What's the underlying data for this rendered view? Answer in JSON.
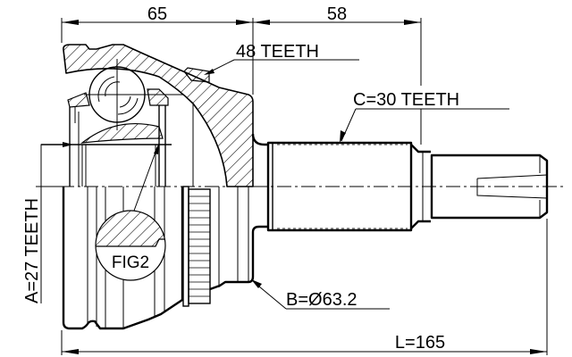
{
  "drawing": {
    "subject": "CV joint outer (drive shaft joint) dimensional drawing",
    "line_color": "#000000",
    "background_color": "#ffffff"
  },
  "dimensions": {
    "housing_length": "65",
    "stem_length": "58",
    "overall_length": "L=165"
  },
  "callouts": {
    "abs_ring_teeth": "48 TEETH",
    "outer_spline": "C=30 TEETH",
    "inner_spline": "A=27 TEETH",
    "seal_diameter": "B=Ø63.2",
    "detail_ref": "FIG2"
  }
}
